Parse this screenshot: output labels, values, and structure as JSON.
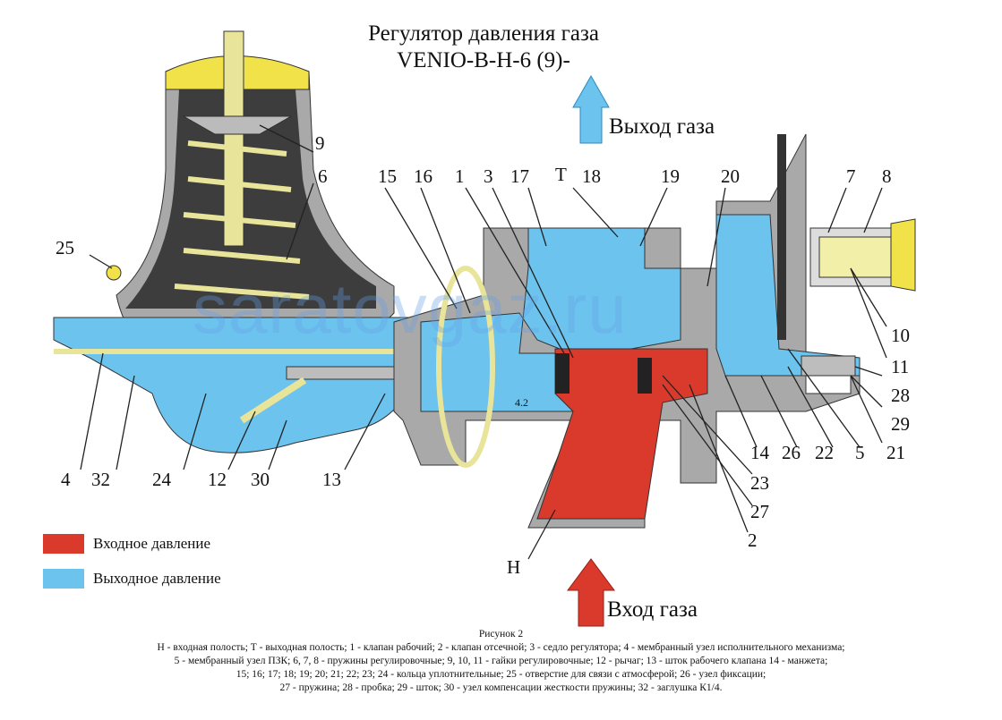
{
  "title": {
    "line1": "Регулятор давления газа",
    "line2": "VENIO-B-H-6 (9)-"
  },
  "flow": {
    "outlet": "Выход газа",
    "inlet": "Вход газа",
    "outlet_cavity": "T",
    "inlet_cavity": "H"
  },
  "watermark": "saratovgaz.ru",
  "dimension": "4.2",
  "part_numbers": [
    "9",
    "6",
    "25",
    "15",
    "16",
    "1",
    "3",
    "17",
    "18",
    "19",
    "20",
    "7",
    "8",
    "10",
    "11",
    "28",
    "29",
    "21",
    "5",
    "22",
    "26",
    "14",
    "23",
    "27",
    "2",
    "4",
    "32",
    "24",
    "12",
    "30",
    "13"
  ],
  "legend": [
    {
      "label": "Входное давление",
      "color": "#d93a2b"
    },
    {
      "label": "Выходное давление",
      "color": "#6cc3ee"
    }
  ],
  "caption": {
    "figure": "Рисунок 2",
    "lines": [
      "Н - входная полость; Т - выходная полость; 1 - клапан рабочий; 2 - клапан отсечной; 3 - седло регулятора; 4 - мембранный узел исполнительного механизма;",
      "5 - мембранный узел ПЗК; 6, 7, 8 - пружины регулировочные; 9, 10, 11 - гайки регулировочные;  12 - рычаг; 13 - шток рабочего клапана 14 - манжета;",
      "15; 16; 17; 18; 19; 20; 21; 22; 23; 24 - кольца уплотнительные; 25 - отверстие для связи с атмосферой; 26 - узел фиксации;",
      "27 - пружина; 28 - пробка; 29 - шток; 30 - узел компенсации жесткости пружины; 32 - заглушка К1/4."
    ]
  }
}
